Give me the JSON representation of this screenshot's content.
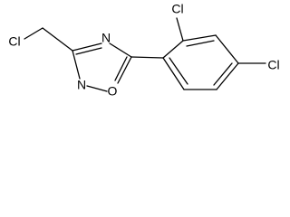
{
  "molecule": {
    "atoms": {
      "cl_methyl": "Cl",
      "cl_ortho": "Cl",
      "cl_para": "Cl",
      "n_ring_top": "N",
      "n_ring_bottom": "N",
      "o_ring": "O"
    }
  }
}
